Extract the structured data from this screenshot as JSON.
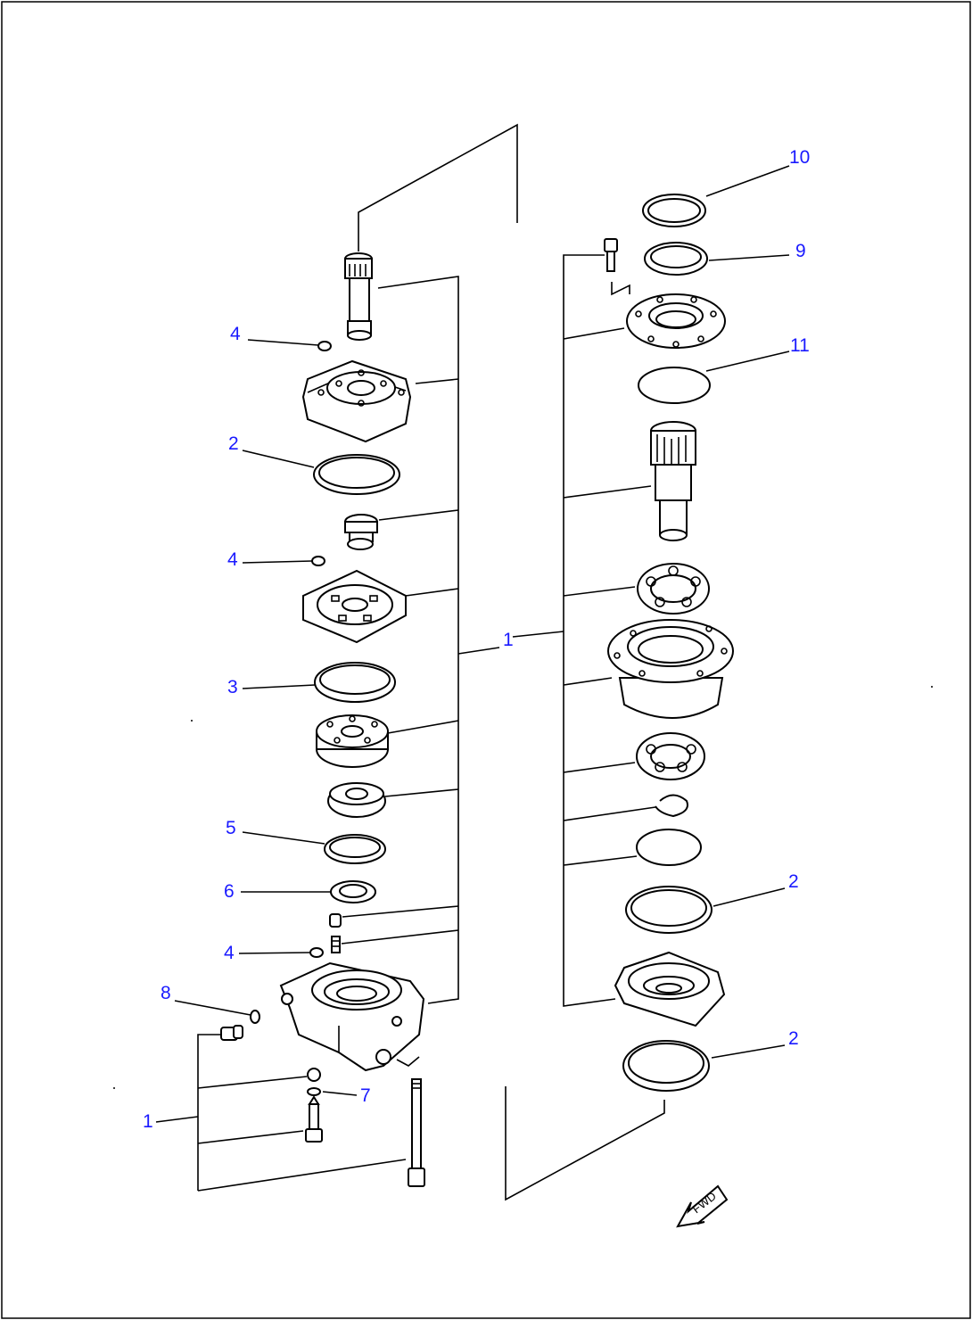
{
  "callouts": {
    "c10": "10",
    "c9": "9",
    "c11": "11",
    "c4a": "4",
    "c2a": "2",
    "c4b": "4",
    "c3": "3",
    "c1center": "1",
    "c5": "5",
    "c6": "6",
    "c4c": "4",
    "c8": "8",
    "c7": "7",
    "c1left": "1",
    "c2b": "2",
    "c2c": "2"
  },
  "fwd_label": "FWD",
  "colors": {
    "callout": "#1a1aff",
    "line": "#000000"
  }
}
